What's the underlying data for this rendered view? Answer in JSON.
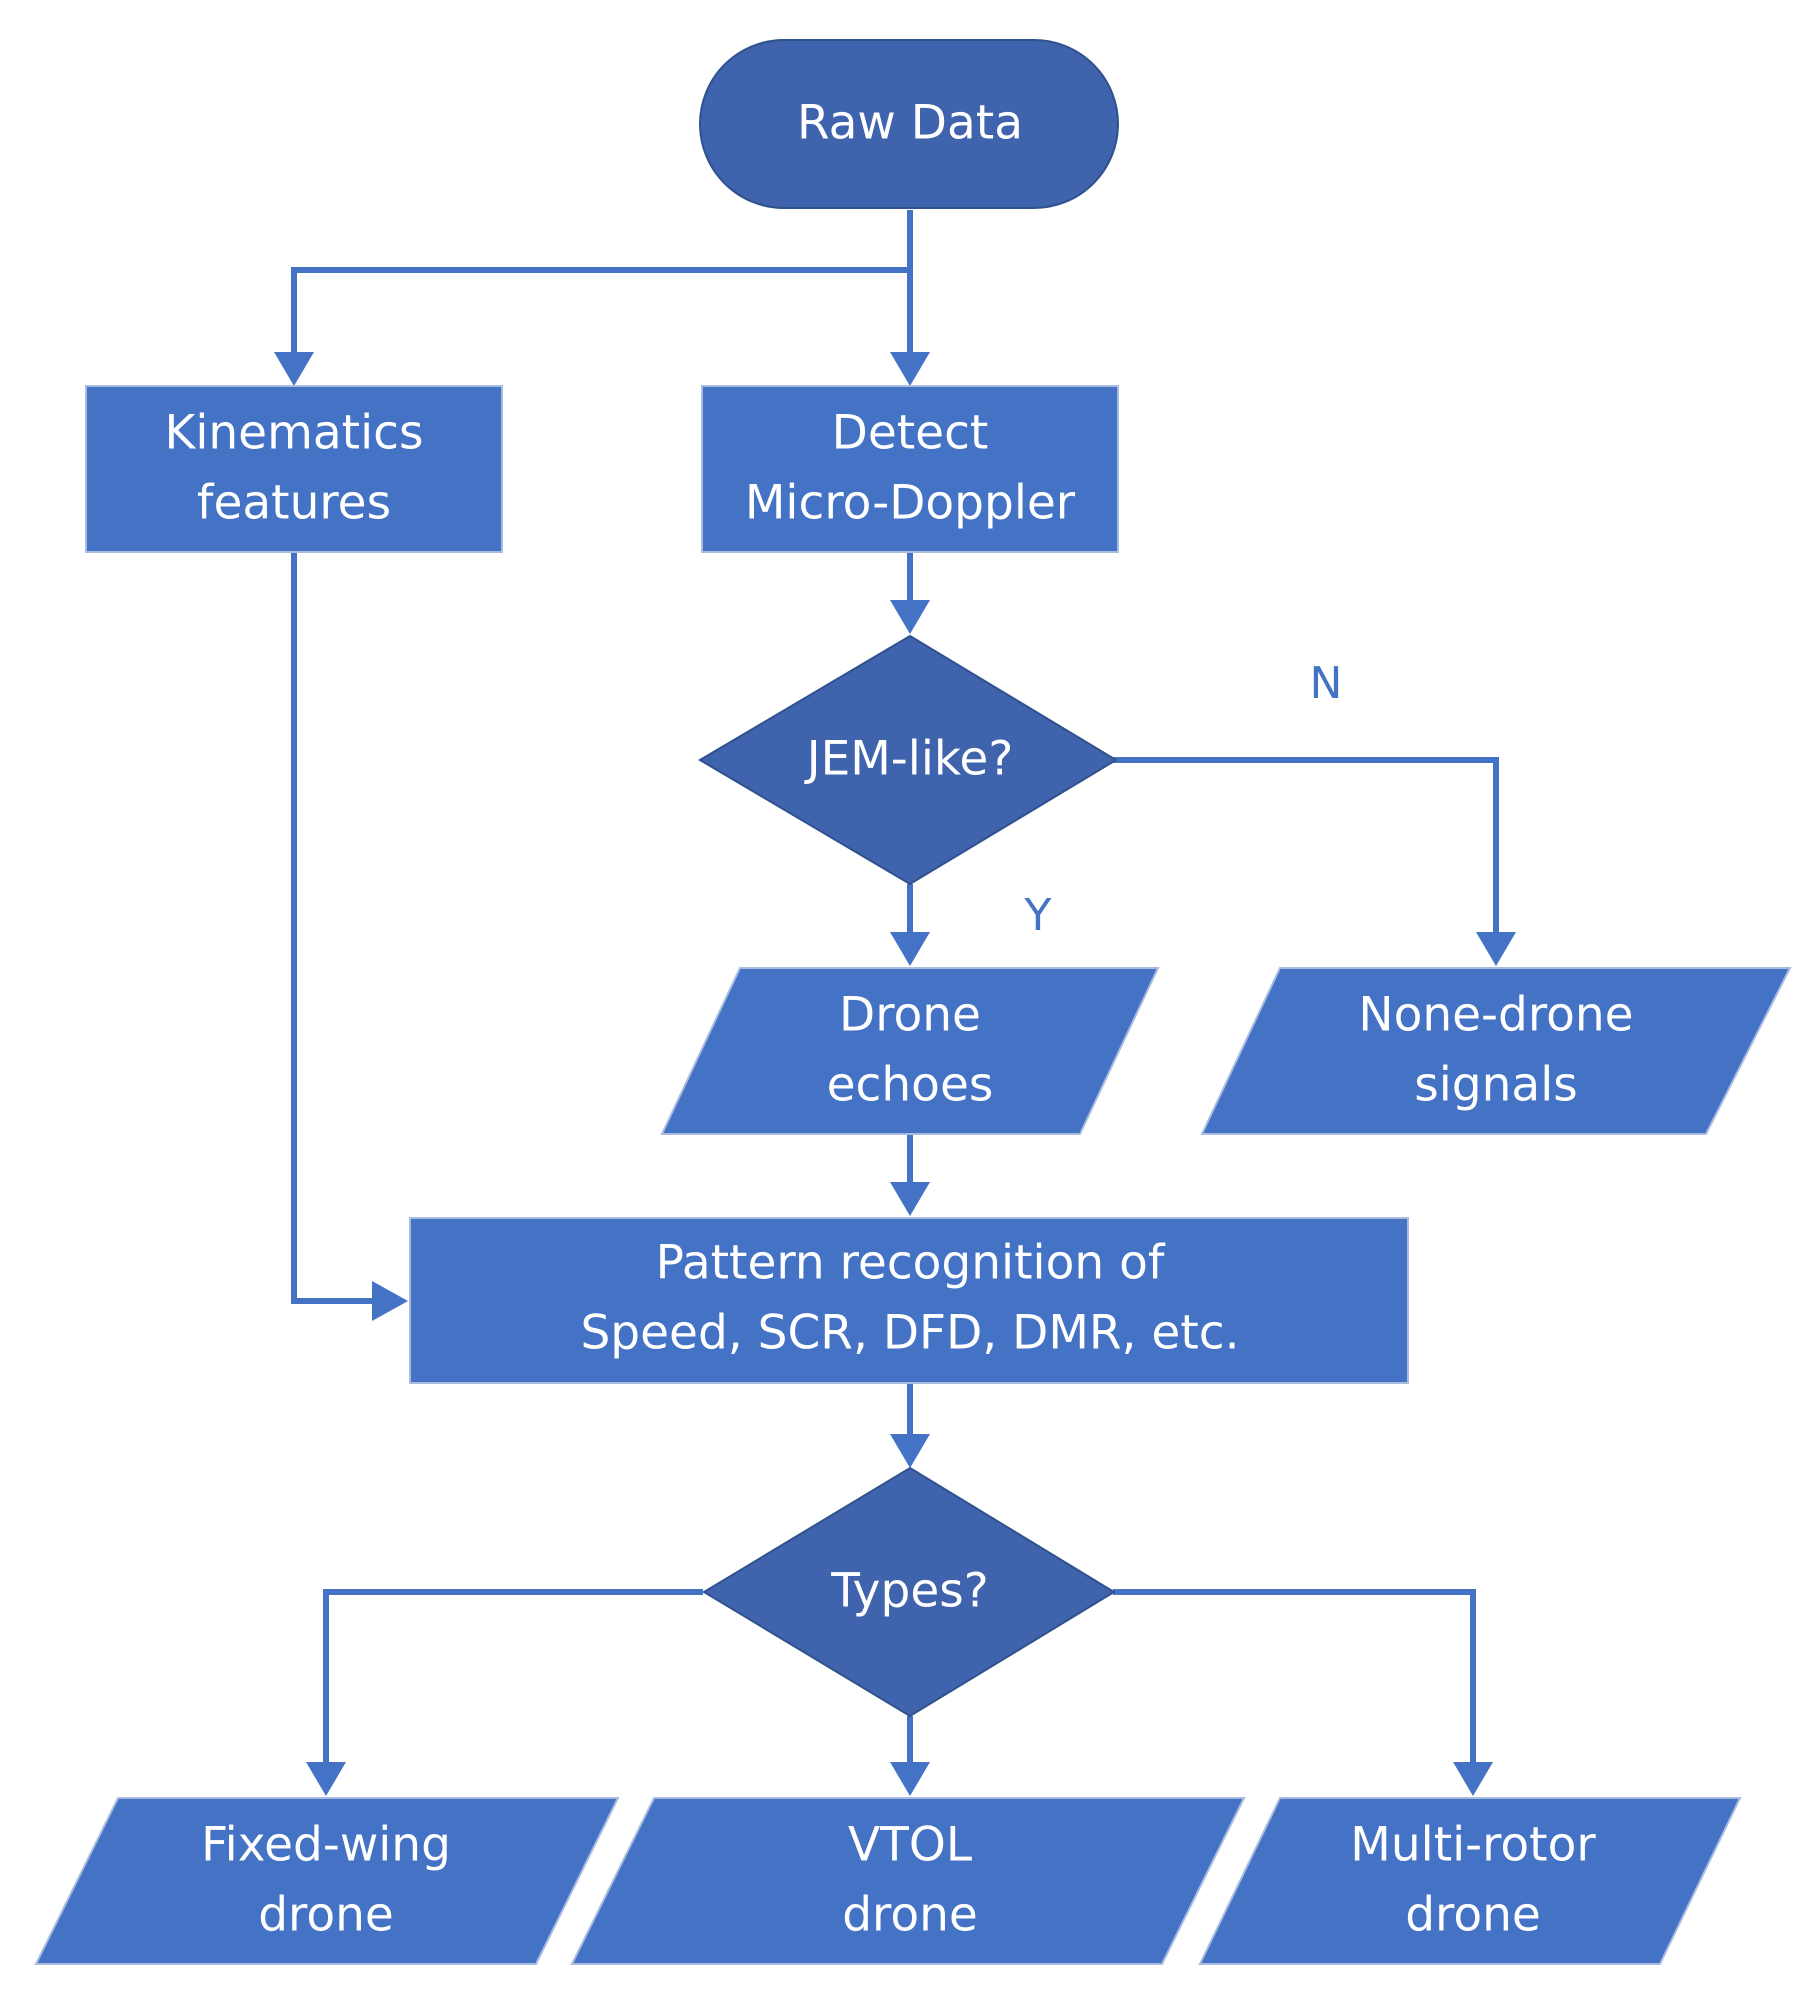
{
  "nodes": {
    "raw_data": {
      "line1": "Raw Data"
    },
    "kinematics": {
      "line1": "Kinematics",
      "line2": "features"
    },
    "detect": {
      "line1": "Detect",
      "line2": "Micro-Doppler"
    },
    "jem": {
      "line1": "JEM-like?"
    },
    "drone_echoes": {
      "line1": "Drone",
      "line2": "echoes"
    },
    "none_drone": {
      "line1": "None-drone",
      "line2": "signals"
    },
    "pattern": {
      "line1": "Pattern recognition of",
      "line2": "Speed, SCR, DFD, DMR, etc."
    },
    "types": {
      "line1": "Types?"
    },
    "fixed_wing": {
      "line1": "Fixed-wing",
      "line2": "drone"
    },
    "vtol": {
      "line1": "VTOL",
      "line2": "drone"
    },
    "multi_rotor": {
      "line1": "Multi-rotor",
      "line2": "drone"
    }
  },
  "branch_labels": {
    "no": "N",
    "yes": "Y"
  },
  "colors": {
    "primary": "#4472C4",
    "dark": "#3F63AC",
    "text": "#FFFFFF",
    "background": "#FFFFFF"
  }
}
